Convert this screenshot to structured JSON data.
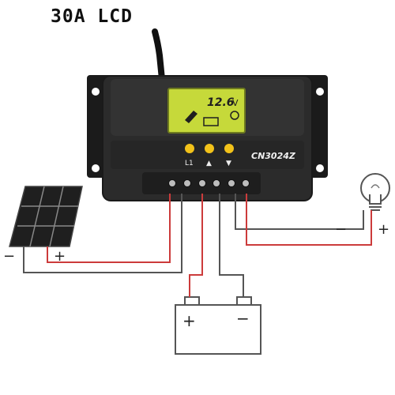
{
  "title": "30A LCD",
  "controller": {
    "model": "CN3024Z",
    "lcd_value": "12.6",
    "lcd_unit": "V",
    "button_labels": [
      "L1",
      "▲",
      "▼"
    ],
    "led_color": "#f2c21a",
    "lcd_color": "#c6d93a"
  },
  "terminals": {
    "solar_minus": "−",
    "solar_plus": "+",
    "battery_plus": "+",
    "battery_minus": "−",
    "load_minus": "−",
    "load_plus": "+"
  },
  "colors": {
    "red_wire": "#cc3b3b",
    "black_wire": "#555555",
    "case": "#2b2b2b"
  }
}
